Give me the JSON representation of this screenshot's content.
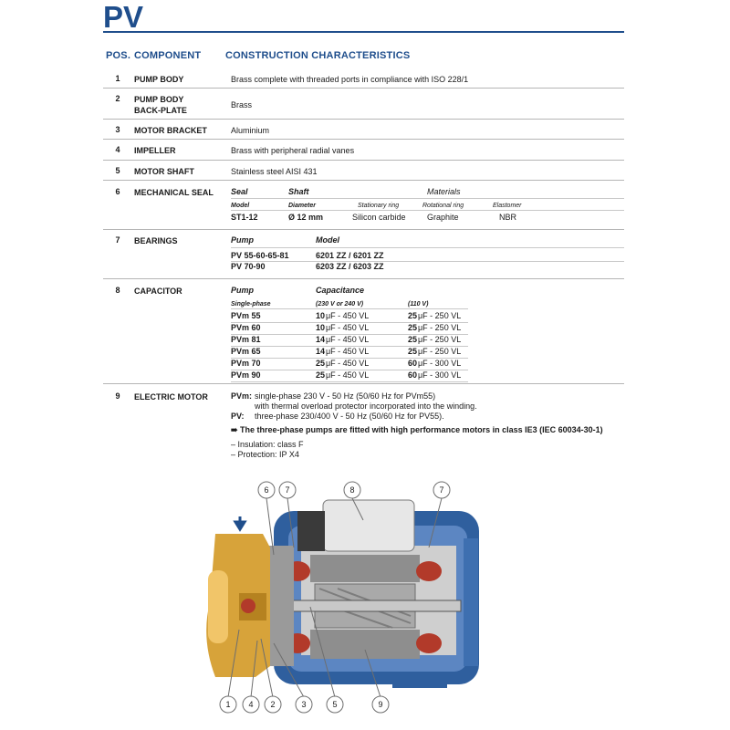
{
  "page_title": "PV",
  "headers": {
    "pos": "POS.",
    "component": "COMPONENT",
    "construction": "CONSTRUCTION CHARACTERISTICS"
  },
  "rows": [
    {
      "num": "1",
      "component": "PUMP BODY",
      "desc": "Brass complete with threaded ports in compliance with ISO 228/1"
    },
    {
      "num": "2",
      "component": "PUMP BODY\nBACK-PLATE",
      "desc": "Brass"
    },
    {
      "num": "3",
      "component": "MOTOR BRACKET",
      "desc": "Aluminium"
    },
    {
      "num": "4",
      "component": "IMPELLER",
      "desc": "Brass with peripheral radial vanes"
    },
    {
      "num": "5",
      "component": "MOTOR SHAFT",
      "desc": "Stainless steel AISI 431"
    },
    {
      "num": "6",
      "component": "MECHANICAL SEAL",
      "desc": ""
    },
    {
      "num": "7",
      "component": "BEARINGS",
      "desc": ""
    },
    {
      "num": "8",
      "component": "CAPACITOR",
      "desc": ""
    },
    {
      "num": "9",
      "component": "ELECTRIC MOTOR",
      "desc": ""
    }
  ],
  "seal": {
    "h_seal": "Seal",
    "h_shaft": "Shaft",
    "h_materials": "Materials",
    "h_model": "Model",
    "h_diameter": "Diameter",
    "h_stationary": "Stationary ring",
    "h_rotational": "Rotational ring",
    "h_elastomer": "Elastomer",
    "model": "ST1-12",
    "diameter": "Ø 12 mm",
    "stationary": "Silicon carbide",
    "rotational": "Graphite",
    "elastomer": "NBR"
  },
  "bearings": {
    "h_pump": "Pump",
    "h_model": "Model",
    "items": [
      {
        "pump": "PV 55-60-65-81",
        "model": "6201 ZZ / 6201 ZZ"
      },
      {
        "pump": "PV 70-90",
        "model": "6203 ZZ / 6203 ZZ"
      }
    ]
  },
  "capacitor": {
    "h_pump": "Pump",
    "h_capacitance": "Capacitance",
    "h_single": "Single-phase",
    "h_v1": "(230 V or 240 V)",
    "h_v2": "(110 V)",
    "items": [
      {
        "pump": "PVm 55",
        "c1": "10",
        "c1u": " μF - 450 VL",
        "c2": "25",
        "c2u": " μF - 250 VL"
      },
      {
        "pump": "PVm 60",
        "c1": "10",
        "c1u": " μF - 450 VL",
        "c2": "25",
        "c2u": " μF - 250 VL"
      },
      {
        "pump": "PVm 81",
        "c1": "14",
        "c1u": " μF - 450 VL",
        "c2": "25",
        "c2u": " μF - 250 VL"
      },
      {
        "pump": "PVm 65",
        "c1": "14",
        "c1u": " μF - 450 VL",
        "c2": "25",
        "c2u": " μF - 250 VL"
      },
      {
        "pump": "PVm 70",
        "c1": "25",
        "c1u": " μF - 450 VL",
        "c2": "60",
        "c2u": " μF - 300 VL"
      },
      {
        "pump": "PVm 90",
        "c1": "25",
        "c1u": " μF - 450 VL",
        "c2": "60",
        "c2u": " μF - 300 VL"
      }
    ]
  },
  "motor": {
    "pvm_label": "PVm:",
    "pvm_text1": "single-phase 230 V - 50 Hz (50/60 Hz for PVm55)",
    "pvm_text2": "with thermal overload protector incorporated into the winding.",
    "pv_label": "PV:",
    "pv_text": "three-phase 230/400 V - 50 Hz (50/60 Hz for PV55).",
    "note": "➠ The three-phase pumps are fitted with high performance motors in class IE3 (IEC 60034-30-1)",
    "insulation": "– Insulation: class F",
    "protection": "– Protection: IP X4"
  },
  "callouts_top": [
    "6",
    "7",
    "8",
    "7"
  ],
  "callouts_bottom": [
    "1",
    "4",
    "2",
    "3",
    "5",
    "9"
  ],
  "colors": {
    "brand_blue": "#1f4e8c",
    "casing_blue": "#2f5f9e",
    "brass": "#d7a33a",
    "copper": "#b23a2a"
  }
}
